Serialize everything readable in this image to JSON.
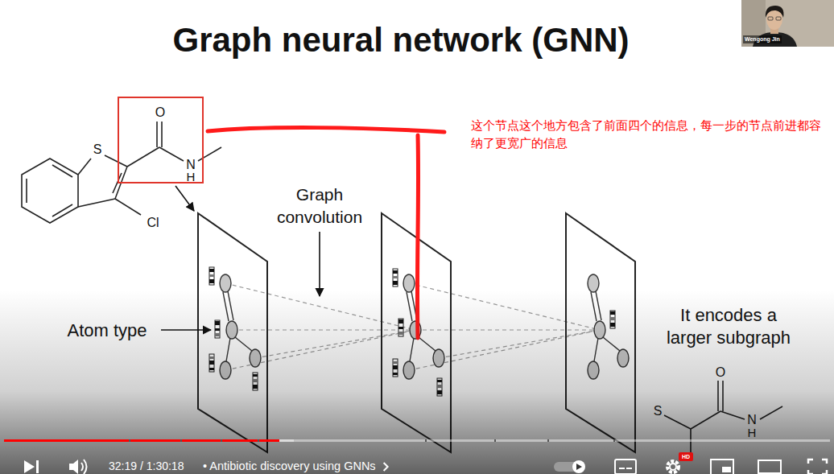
{
  "diagram": {
    "title": "Graph neural network (GNN)",
    "labels": [
      "Graph convolution",
      "Atom type",
      "It encodes a larger subgraph",
      "这个节点这个地方包含了前面四个的信息，每一步的节点前进都容纳了更宽广的信息",
      "O",
      "S",
      "N",
      "H",
      "Cl",
      "S",
      "O",
      "N",
      "H",
      "Wengong Jin",
      "32:19 / 1:30:18",
      "• Antibiotic discovery using GNNs",
      "HD"
    ]
  }
}
